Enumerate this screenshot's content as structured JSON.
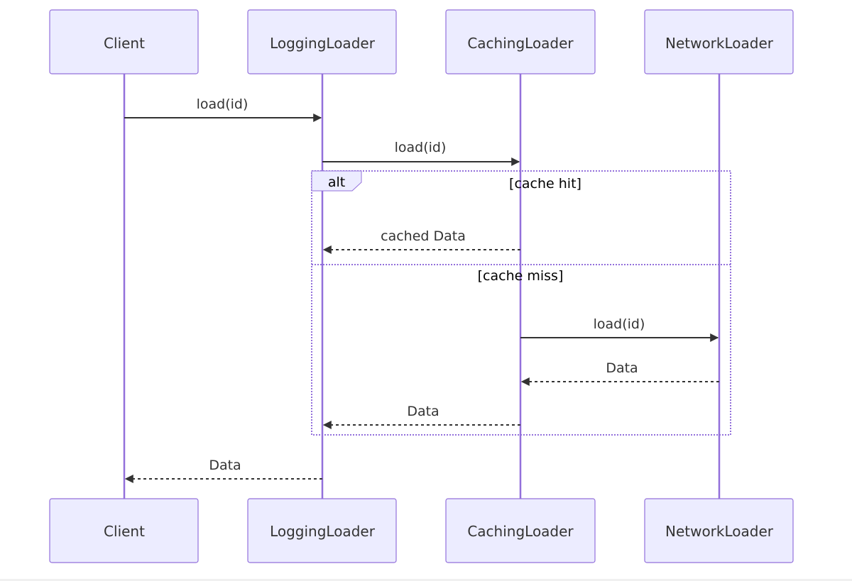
{
  "participants": [
    "Client",
    "LoggingLoader",
    "CachingLoader",
    "NetworkLoader"
  ],
  "messages": [
    {
      "from": 0,
      "to": 1,
      "label": "load(id)",
      "style": "solid"
    },
    {
      "from": 1,
      "to": 2,
      "label": "load(id)",
      "style": "solid"
    },
    {
      "from": 2,
      "to": 1,
      "label": "cached Data",
      "style": "dashed"
    },
    {
      "from": 2,
      "to": 3,
      "label": "load(id)",
      "style": "solid"
    },
    {
      "from": 3,
      "to": 2,
      "label": "Data",
      "style": "dashed"
    },
    {
      "from": 2,
      "to": 1,
      "label": "Data",
      "style": "dashed"
    },
    {
      "from": 1,
      "to": 0,
      "label": "Data",
      "style": "dashed"
    }
  ],
  "alt_block": {
    "tag": "alt",
    "sections": [
      {
        "guard": "[cache hit]",
        "messages": [
          2
        ]
      },
      {
        "guard": "[cache miss]",
        "messages": [
          3,
          4,
          5
        ]
      }
    ]
  },
  "colors": {
    "actor_fill": "#ECECFF",
    "actor_border": "#9370DB",
    "lifeline": "#9370DB",
    "message": "#333333",
    "frame": "#9370DB"
  }
}
